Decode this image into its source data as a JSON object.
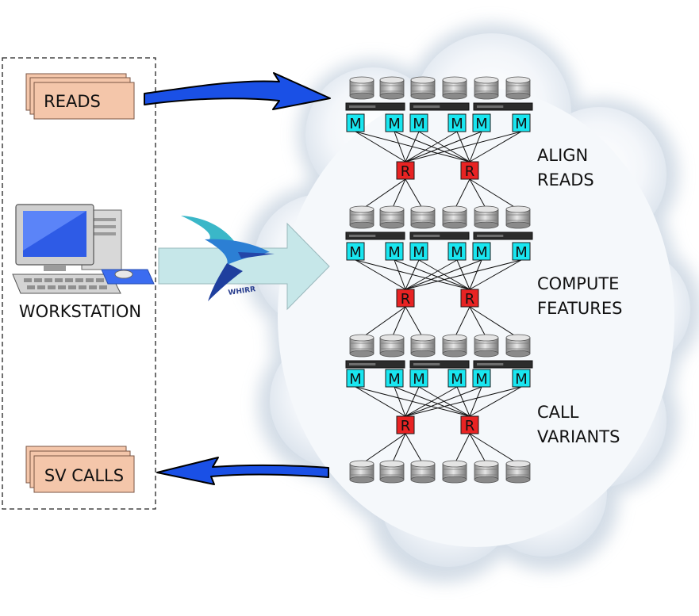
{
  "inputs": {
    "reads_label": "READS"
  },
  "workstation": {
    "label": "WORKSTATION"
  },
  "outputs": {
    "sv_calls_label": "SV CALLS"
  },
  "logo": {
    "text": "WHIRR"
  },
  "stages": [
    {
      "label_line1": "ALIGN",
      "label_line2": "READS"
    },
    {
      "label_line1": "COMPUTE",
      "label_line2": "FEATURES"
    },
    {
      "label_line1": "CALL",
      "label_line2": "VARIANTS"
    }
  ],
  "node_labels": {
    "mapper": "M",
    "reducer": "R"
  },
  "colors": {
    "mapper_fill": "#19e6f0",
    "reducer_fill": "#e82323",
    "card_fill": "#f4c6aa",
    "arrow_blue": "#1a4fe0",
    "upload_arrow": "#c9e8ea",
    "cloud": "#dde6ef"
  }
}
